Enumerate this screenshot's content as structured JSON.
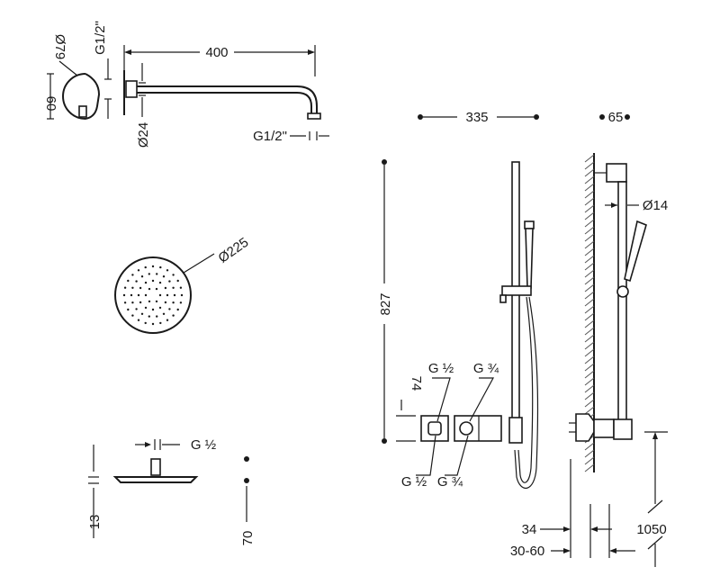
{
  "dimensions": {
    "arm_length": "400",
    "flange_diameter": "Ø79",
    "flange_height": "60",
    "arm_thread_top": "G1/2\"",
    "arm_diameter": "Ø24",
    "arm_outlet_thread": "G1/2\"",
    "head_diameter": "Ø225",
    "head_inlet_thread": "G ½",
    "head_thickness": "13",
    "head_offset": "70",
    "bar_spacing": "335",
    "wall_offset": "65",
    "rail_diameter": "Ø14",
    "total_height": "827",
    "valve_height": "74",
    "valve_left_top_thread": "G ½",
    "valve_right_top_thread": "G ¾",
    "valve_left_bottom_thread": "G ½",
    "valve_right_bottom_thread": "G ¾",
    "recess_depth": "34",
    "wall_range": "30-60",
    "floor_height": "1050"
  }
}
